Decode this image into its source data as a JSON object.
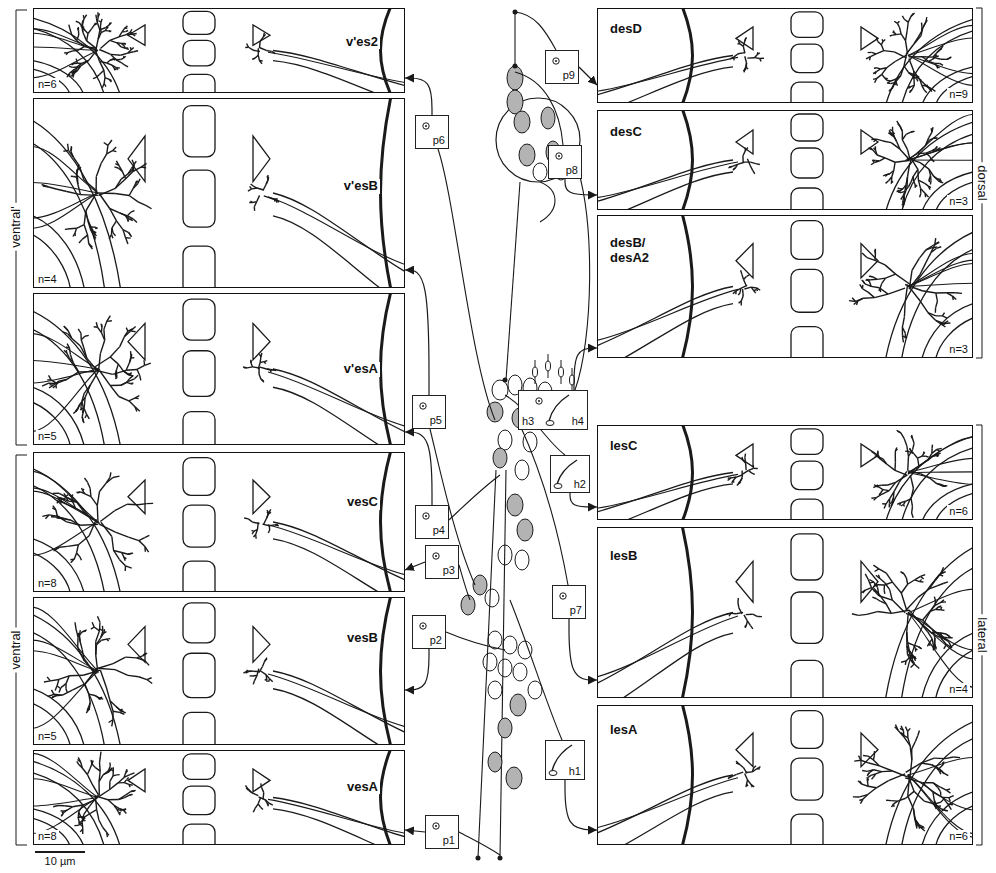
{
  "diagram": {
    "nodes": [
      {
        "text": [
          "v'es2",
          "n=6"
        ]
      },
      {
        "text": [
          "v'esB",
          "n=4"
        ]
      },
      {
        "text": [
          "v'esA",
          "n=5"
        ]
      },
      {
        "text": [
          "vesC",
          "n=8"
        ]
      },
      {
        "text": [
          "vesB",
          "n=5"
        ]
      },
      {
        "text": [
          "vesA",
          "n=8"
        ]
      },
      {
        "text": [
          "desD",
          "n=9"
        ]
      },
      {
        "text": [
          "desC",
          "n=3"
        ]
      },
      {
        "text": [
          "desB/ desA2",
          "n=3"
        ]
      },
      {
        "text": [
          "lesC",
          "n=6"
        ]
      },
      {
        "text": [
          "lesB",
          "n=4"
        ]
      },
      {
        "text": [
          "lesA",
          "n=6"
        ]
      },
      {
        "text": [
          "p9"
        ]
      },
      {
        "text": [
          "p8"
        ]
      },
      {
        "text": [
          "h3",
          "h4"
        ]
      },
      {
        "text": [
          "h2"
        ]
      },
      {
        "text": [
          "p7"
        ]
      },
      {
        "text": [
          "h1"
        ]
      },
      {
        "text": [
          "p6"
        ]
      },
      {
        "text": [
          "p5"
        ]
      },
      {
        "text": [
          "p4"
        ]
      },
      {
        "text": [
          "p3"
        ]
      },
      {
        "text": [
          "p2"
        ]
      },
      {
        "text": [
          "p1"
        ]
      }
    ],
    "edges": [
      {
        "from": 18,
        "to": 0,
        "arrow": "to"
      },
      {
        "from": 19,
        "to": 1,
        "arrow": "to"
      },
      {
        "from": 20,
        "to": 2,
        "arrow": "to"
      },
      {
        "from": 21,
        "to": 3,
        "arrow": "to"
      },
      {
        "from": 22,
        "to": 4,
        "arrow": "to"
      },
      {
        "from": 23,
        "to": 5,
        "arrow": "to"
      },
      {
        "from": 12,
        "to": 6,
        "arrow": "to"
      },
      {
        "from": 13,
        "to": 7,
        "arrow": "to"
      },
      {
        "from": 14,
        "to": 8,
        "arrow": "to"
      },
      {
        "from": 15,
        "to": 9,
        "arrow": "to"
      },
      {
        "from": 16,
        "to": 10,
        "arrow": "to"
      },
      {
        "from": 17,
        "to": 11,
        "arrow": "to"
      }
    ],
    "labels": [
      "ventral'",
      "ventral",
      "dorsal",
      "lateral",
      "10 µm"
    ]
  }
}
